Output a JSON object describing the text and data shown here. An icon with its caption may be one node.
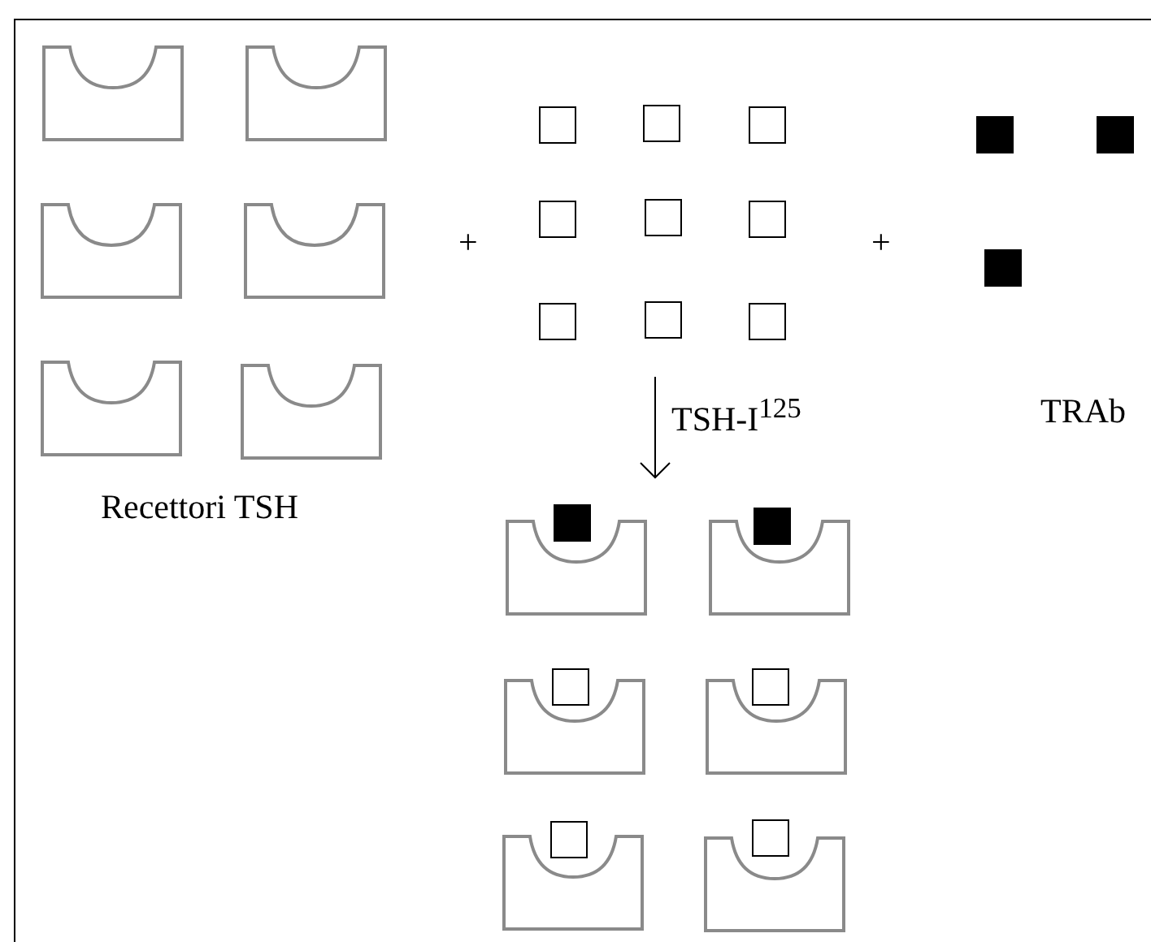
{
  "diagram": {
    "labels": [
      "+",
      "+",
      "TSH-I$^{125}$",
      "TRAb",
      "Recettori TSH"
    ]
  }
}
